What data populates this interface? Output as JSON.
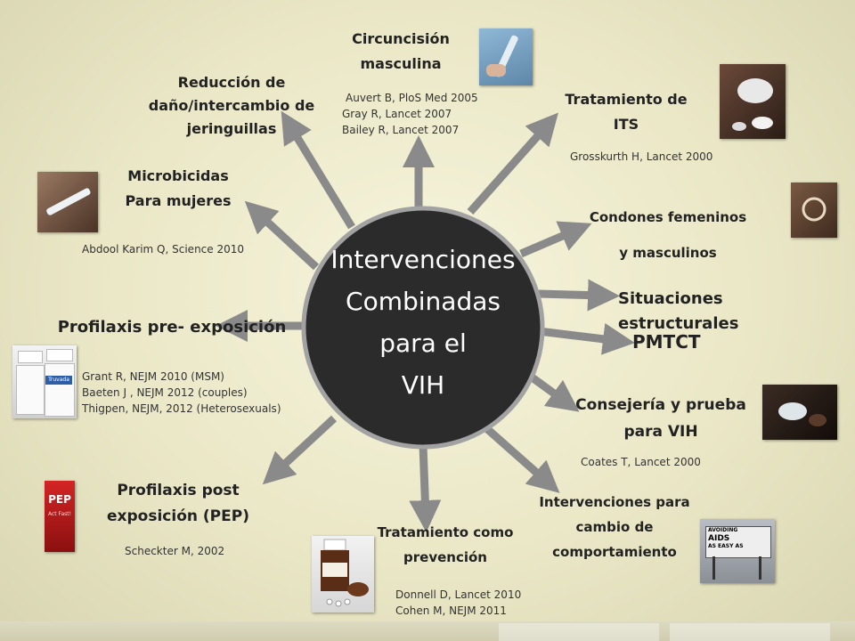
{
  "center": {
    "lines": [
      "Intervenciones",
      "Combinadas",
      "para el",
      "VIH"
    ]
  },
  "colors": {
    "arrow": "#8a8a8a",
    "circle_fill": "#2b2b2b",
    "circle_stroke": "#a2a2a2",
    "text": "#222222"
  },
  "nodes": {
    "circuncision": {
      "label": [
        "Circuncisión",
        "masculina"
      ],
      "refs": [
        "Auvert B, PloS Med 2005",
        "Gray R, Lancet 2007",
        "Bailey R, Lancet 2007"
      ],
      "icon": "scalpel-icon"
    },
    "reduccion": {
      "label": [
        "Reducción de",
        "daño/intercambio de",
        "jeringuillas"
      ]
    },
    "its": {
      "label": [
        "Tratamiento de",
        "ITS"
      ],
      "refs": [
        "Grosskurth H, Lancet 2000"
      ],
      "icon": "pills-icon"
    },
    "microbicidas": {
      "label": [
        "Microbicidas",
        "Para mujeres"
      ],
      "refs": [
        "Abdool Karim Q, Science 2010"
      ],
      "icon": "applicator-icon"
    },
    "condones": {
      "label": [
        "Condones femeninos",
        "y masculinos"
      ],
      "icon": "condom-icon"
    },
    "estructurales": {
      "label": [
        "Situaciones estructurales"
      ]
    },
    "pmtct": {
      "label": [
        "PMTCT"
      ]
    },
    "prep": {
      "label": [
        "Profilaxis pre- exposición"
      ],
      "refs": [
        "Grant R, NEJM 2010 (MSM)",
        "Baeten J , NEJM 2012 (couples)",
        "Thigpen, NEJM, 2012 (Heterosexuals)"
      ],
      "icon": "truvada-bottles-icon",
      "bottle_text": "Truvada"
    },
    "consejeria": {
      "label": [
        "Consejería y prueba",
        "para VIH"
      ],
      "refs": [
        "Coates T, Lancet 2000"
      ],
      "icon": "blood-test-icon"
    },
    "pep": {
      "label": [
        "Profilaxis post",
        "exposición (PEP)"
      ],
      "refs": [
        "Scheckter M, 2002"
      ],
      "icon": "pep-booklet-icon",
      "cover_title": "PEP",
      "cover_sub": "Act Fast!"
    },
    "tratamiento": {
      "label": [
        "Tratamiento como",
        "prevención"
      ],
      "refs": [
        "Donnell D, Lancet 2010",
        "Cohen M, NEJM 2011"
      ],
      "icon": "medicine-bottle-icon"
    },
    "comportamiento": {
      "label": [
        "Intervenciones para",
        "cambio de",
        "comportamiento"
      ],
      "icon": "aids-billboard-icon",
      "sign_line1": "AVOIDING",
      "sign_line2": "AIDS",
      "sign_line3": "AS EASY AS"
    }
  }
}
